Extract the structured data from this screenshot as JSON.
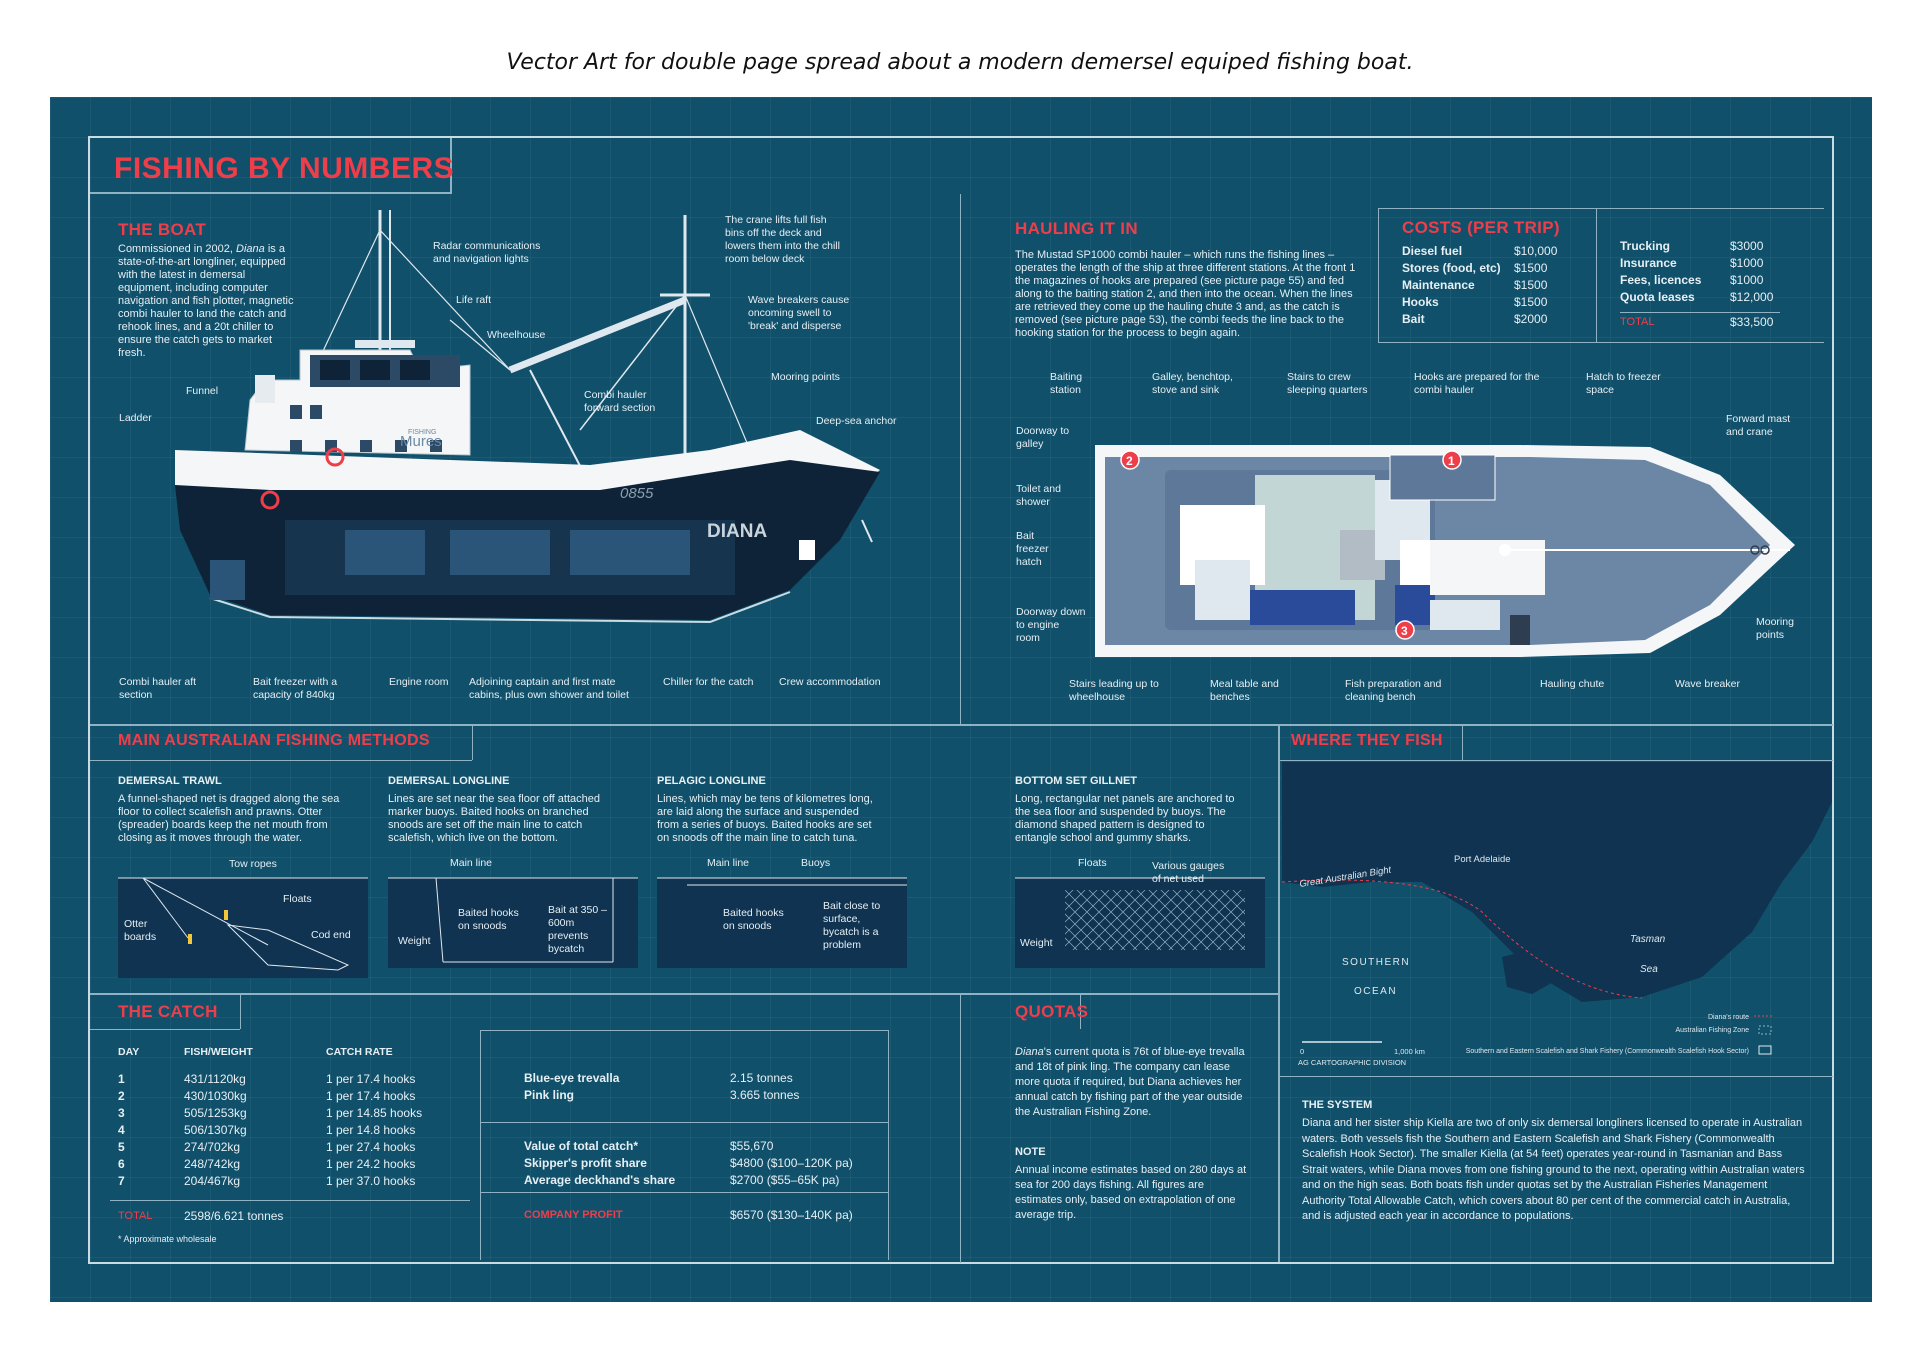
{
  "caption": "Vector Art for double page spread about a modern demersel equiped fishing boat.",
  "main_title": "FISHING BY NUMBERS",
  "boat": {
    "heading": "THE BOAT",
    "intro_pre": "Commissioned in 2002, ",
    "intro_name": "Diana",
    "intro_post": " is a state-of-the-art longliner, equipped with the latest in demersal equipment, including computer navigation and fish plotter, magnetic combi hauler to land the catch and rehook lines, and a 20t chiller to ensure the catch gets to market fresh.",
    "hull_number": "0855",
    "hull_name": "DIANA",
    "cabin_logo_small": "FISHING",
    "cabin_logo": "Mures",
    "labels": {
      "crane": "The crane lifts full fish bins off the deck and lowers them into the chill room below deck",
      "radar": "Radar communications and navigation lights",
      "liferaft": "Life raft",
      "wheelhouse": "Wheelhouse",
      "wave_breakers": "Wave breakers cause oncoming swell to 'break' and disperse",
      "funnel": "Funnel",
      "ladder": "Ladder",
      "combi_forward": "Combi hauler forward section",
      "mooring": "Mooring points",
      "anchor": "Deep-sea anchor",
      "combi_aft": "Combi hauler aft section",
      "bait_freezer": "Bait freezer with a capacity of 840kg",
      "engine": "Engine room",
      "cabins": "Adjoining captain and first mate cabins, plus own shower and toilet",
      "chiller": "Chiller for the catch",
      "crew": "Crew accommodation"
    }
  },
  "hauling": {
    "heading": "HAULING IT IN",
    "text": "The Mustad SP1000 combi hauler – which runs the fishing lines – operates the length of the ship at three different stations. At the front 1 the magazines of hooks are prepared (see picture page 55) and fed along to the baiting station 2, and then into the ocean. When the lines are retrieved they come up the hauling chute 3 and, as the catch is removed (see picture page 53), the combi feeds the line back to the hooking station for the process to begin again.",
    "labels": {
      "baiting": "Baiting station",
      "galley": "Galley, benchtop, stove and sink",
      "stairs_crew": "Stairs to crew sleeping quarters",
      "hooks": "Hooks are prepared for the combi hauler",
      "hatch": "Hatch to freezer space",
      "doorway_galley": "Doorway to galley",
      "toilet": "Toilet and shower",
      "bait_hatch": "Bait freezer hatch",
      "doorway_engine": "Doorway down to engine room",
      "forward_mast": "Forward mast and crane",
      "mooring": "Mooring points",
      "stairs_wheelhouse": "Stairs leading up to wheelhouse",
      "meal": "Meal table and benches",
      "fish_prep": "Fish preparation and cleaning bench",
      "chute": "Hauling chute",
      "wave_breaker": "Wave breaker",
      "num1": "1",
      "num2": "2",
      "num3": "3"
    }
  },
  "costs": {
    "heading": "COSTS (PER TRIP)",
    "left": [
      {
        "item": "Diesel fuel",
        "value": "$10,000"
      },
      {
        "item": "Stores (food, etc)",
        "value": "$1500"
      },
      {
        "item": "Maintenance",
        "value": "$1500"
      },
      {
        "item": "Hooks",
        "value": "$1500"
      },
      {
        "item": "Bait",
        "value": "$2000"
      }
    ],
    "right": [
      {
        "item": "Trucking",
        "value": "$3000"
      },
      {
        "item": "Insurance",
        "value": "$1000"
      },
      {
        "item": "Fees, licences",
        "value": "$1000"
      },
      {
        "item": "Quota leases",
        "value": "$12,000"
      }
    ],
    "total_label": "TOTAL",
    "total_value": "$33,500"
  },
  "methods": {
    "heading": "MAIN AUSTRALIAN FISHING METHODS",
    "trawl": {
      "title": "DEMERSAL TRAWL",
      "text": "A funnel-shaped net is dragged along the sea floor to collect scalefish and prawns. Otter (spreader) boards keep the net mouth from closing as it moves through the water.",
      "l1": "Tow ropes",
      "l2": "Floats",
      "l3": "Otter boards",
      "l4": "Cod end"
    },
    "dlongline": {
      "title": "DEMERSAL LONGLINE",
      "text": "Lines are set near the sea floor off attached marker buoys. Baited hooks on branched snoods are set off the main line to catch scalefish, which live on the bottom.",
      "l1": "Main line",
      "l2": "Baited hooks on snoods",
      "l3": "Bait at 350 –600m prevents bycatch",
      "l4": "Weight"
    },
    "plongline": {
      "title": "PELAGIC LONGLINE",
      "text": "Lines, which may be tens of kilometres long, are laid along the surface and suspended from a series of buoys. Baited hooks are set on snoods off the main line to catch tuna.",
      "l1": "Main line",
      "l2": "Buoys",
      "l3": "Baited hooks on snoods",
      "l4": "Bait close to surface, bycatch is a problem"
    },
    "gillnet": {
      "title": "BOTTOM SET GILLNET",
      "text": "Long, rectangular net panels are anchored to the sea floor and suspended by buoys. The diamond shaped pattern is designed to entangle school and gummy sharks.",
      "l1": "Floats",
      "l2": "Various gauges of net used",
      "l3": "Weight"
    }
  },
  "where": {
    "heading": "WHERE THEY FISH",
    "bight": "Great Australian Bight",
    "port": "Port Adelaide",
    "southern": "SOUTHERN",
    "ocean": "OCEAN",
    "tasman": "Tasman",
    "sea": "Sea",
    "scale_0": "0",
    "scale_km": "1,000 km",
    "credit": "AG CARTOGRAPHIC DIVISION",
    "legend_route": "Diana's route",
    "legend_zone": "Australian Fishing Zone",
    "legend_fishery": "Southern and Eastern Scalefish and Shark Fishery (Commonwealth Scalefish Hook Sector)"
  },
  "catch": {
    "heading": "THE CATCH",
    "col_day": "DAY",
    "col_fish": "FISH/WEIGHT",
    "col_rate": "CATCH RATE",
    "rows": [
      {
        "day": "1",
        "fish": "431/1120kg",
        "rate": "1 per 17.4 hooks"
      },
      {
        "day": "2",
        "fish": "430/1030kg",
        "rate": "1 per 17.4 hooks"
      },
      {
        "day": "3",
        "fish": "505/1253kg",
        "rate": "1 per 14.85 hooks"
      },
      {
        "day": "4",
        "fish": "506/1307kg",
        "rate": "1 per 14.8 hooks"
      },
      {
        "day": "5",
        "fish": "274/702kg",
        "rate": "1 per 27.4 hooks"
      },
      {
        "day": "6",
        "fish": "248/742kg",
        "rate": "1 per 24.2 hooks"
      },
      {
        "day": "7",
        "fish": "204/467kg",
        "rate": "1 per 37.0 hooks"
      }
    ],
    "total_label": "TOTAL",
    "total_value": "2598/6.621 tonnes",
    "footnote": "* Approximate wholesale",
    "species": [
      {
        "name": "Blue-eye trevalla",
        "value": "2.15 tonnes"
      },
      {
        "name": "Pink ling",
        "value": "3.665 tonnes"
      }
    ],
    "values": [
      {
        "name": "Value of total catch*",
        "value": "$55,670"
      },
      {
        "name": "Skipper's profit share",
        "value": "$4800 ($100–120K pa)"
      },
      {
        "name": "Average deckhand's share",
        "value": "$2700 ($55–65K pa)"
      }
    ],
    "profit_label": "COMPANY PROFIT",
    "profit_value": "$6570 ($130–140K pa)"
  },
  "quotas": {
    "heading": "QUOTAS",
    "text_name": "Diana",
    "text": "'s current quota is 76t of blue-eye trevalla and 18t of pink ling. The company can lease more quota if required, but Diana achieves her annual catch by fishing part of the year outside the Australian Fishing Zone.",
    "note_heading": "NOTE",
    "note": "Annual income estimates based on 280 days at sea for 200 days fishing. All figures are estimates only, based on extrapolation of one average trip."
  },
  "system": {
    "heading": "THE SYSTEM",
    "text": "Diana and her sister ship Kiella are two of only six demersal longliners licensed to operate in Australian waters. Both vessels fish the Southern and Eastern Scalefish and Shark Fishery (Commonwealth Scalefish Hook Sector). The smaller Kiella (at 54 feet) operates year-round in Tasmanian and Bass Strait waters, while Diana moves from one fishing ground to the next, operating within Australian waters and on the high seas. Both boats fish under quotas set by the Australian Fisheries Management Authority Total Allowable Catch, which covers about 80 per cent of the commercial catch in Australia, and is adjusted each year in accordance to populations."
  },
  "colors": {
    "background": "#11506a",
    "accent": "#ee3e4a",
    "hull": "#0f2338",
    "text": "#e6eff4"
  }
}
